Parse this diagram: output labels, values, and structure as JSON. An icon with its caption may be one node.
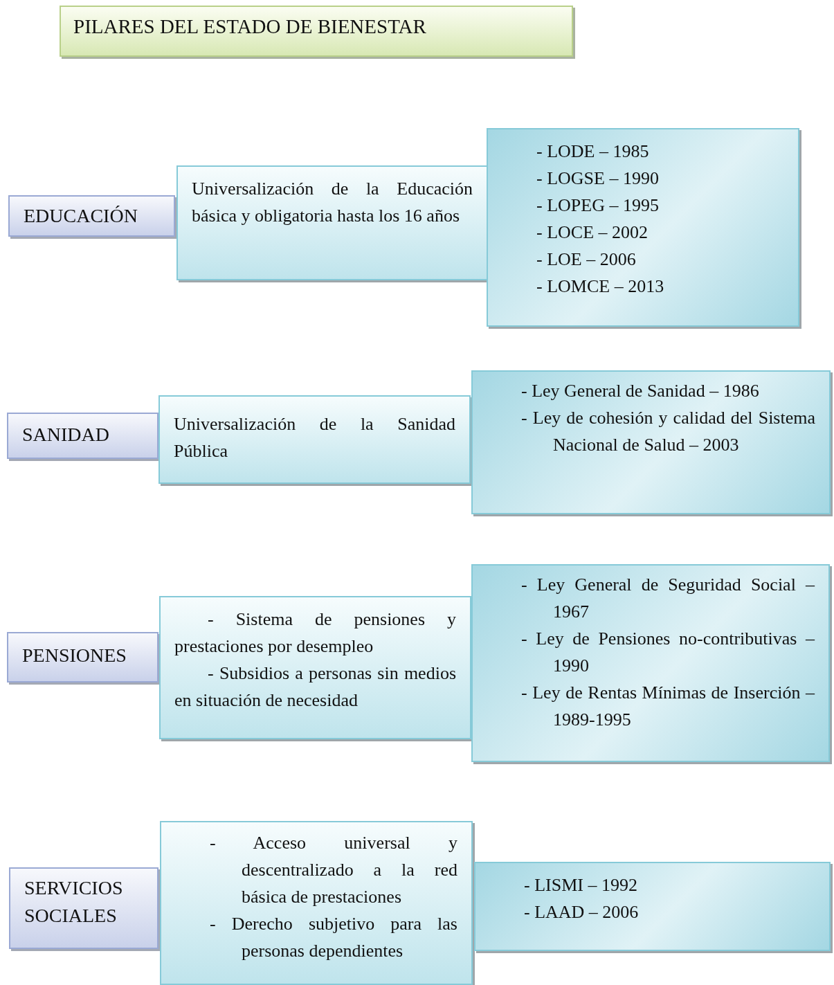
{
  "diagram": {
    "title": "PILARES DEL ESTADO DE BIENESTAR",
    "nodes": [
      {
        "text": [
          "EDUCACIÓN"
        ]
      },
      {
        "text": [
          "Universalización de la Educación básica y obligatoria hasta los 16 años"
        ]
      },
      {
        "text": [
          "- LODE – 1985",
          "- LOGSE – 1990",
          "- LOPEG – 1995",
          "- LOCE – 2002",
          "- LOE – 2006",
          "- LOMCE – 2013"
        ]
      },
      {
        "text": [
          "SANIDAD"
        ]
      },
      {
        "text": [
          "Universalización de la Sanidad Pública"
        ]
      },
      {
        "text": [
          "- Ley General de Sanidad – 1986",
          "- Ley de cohesión y calidad del Sistema Nacional de Salud – 2003"
        ]
      },
      {
        "text": [
          "PENSIONES"
        ]
      },
      {
        "text": [
          "- Sistema de pensiones y prestaciones por desempleo",
          "- Subsidios a personas sin medios en situación de necesidad"
        ]
      },
      {
        "text": [
          "- Ley General de Seguridad Social – 1967",
          "- Ley de Pensiones no-contributivas – 1990",
          "- Ley de Rentas Mínimas de Inserción – 1989-1995"
        ]
      },
      {
        "text": [
          "SERVICIOS SOCIALES"
        ]
      },
      {
        "text": [
          "- Acceso universal y descentralizado a la red básica de prestaciones",
          "- Derecho subjetivo para las personas dependientes"
        ]
      },
      {
        "text": [
          "- LISMI – 1992",
          "- LAAD – 2006"
        ]
      }
    ]
  }
}
